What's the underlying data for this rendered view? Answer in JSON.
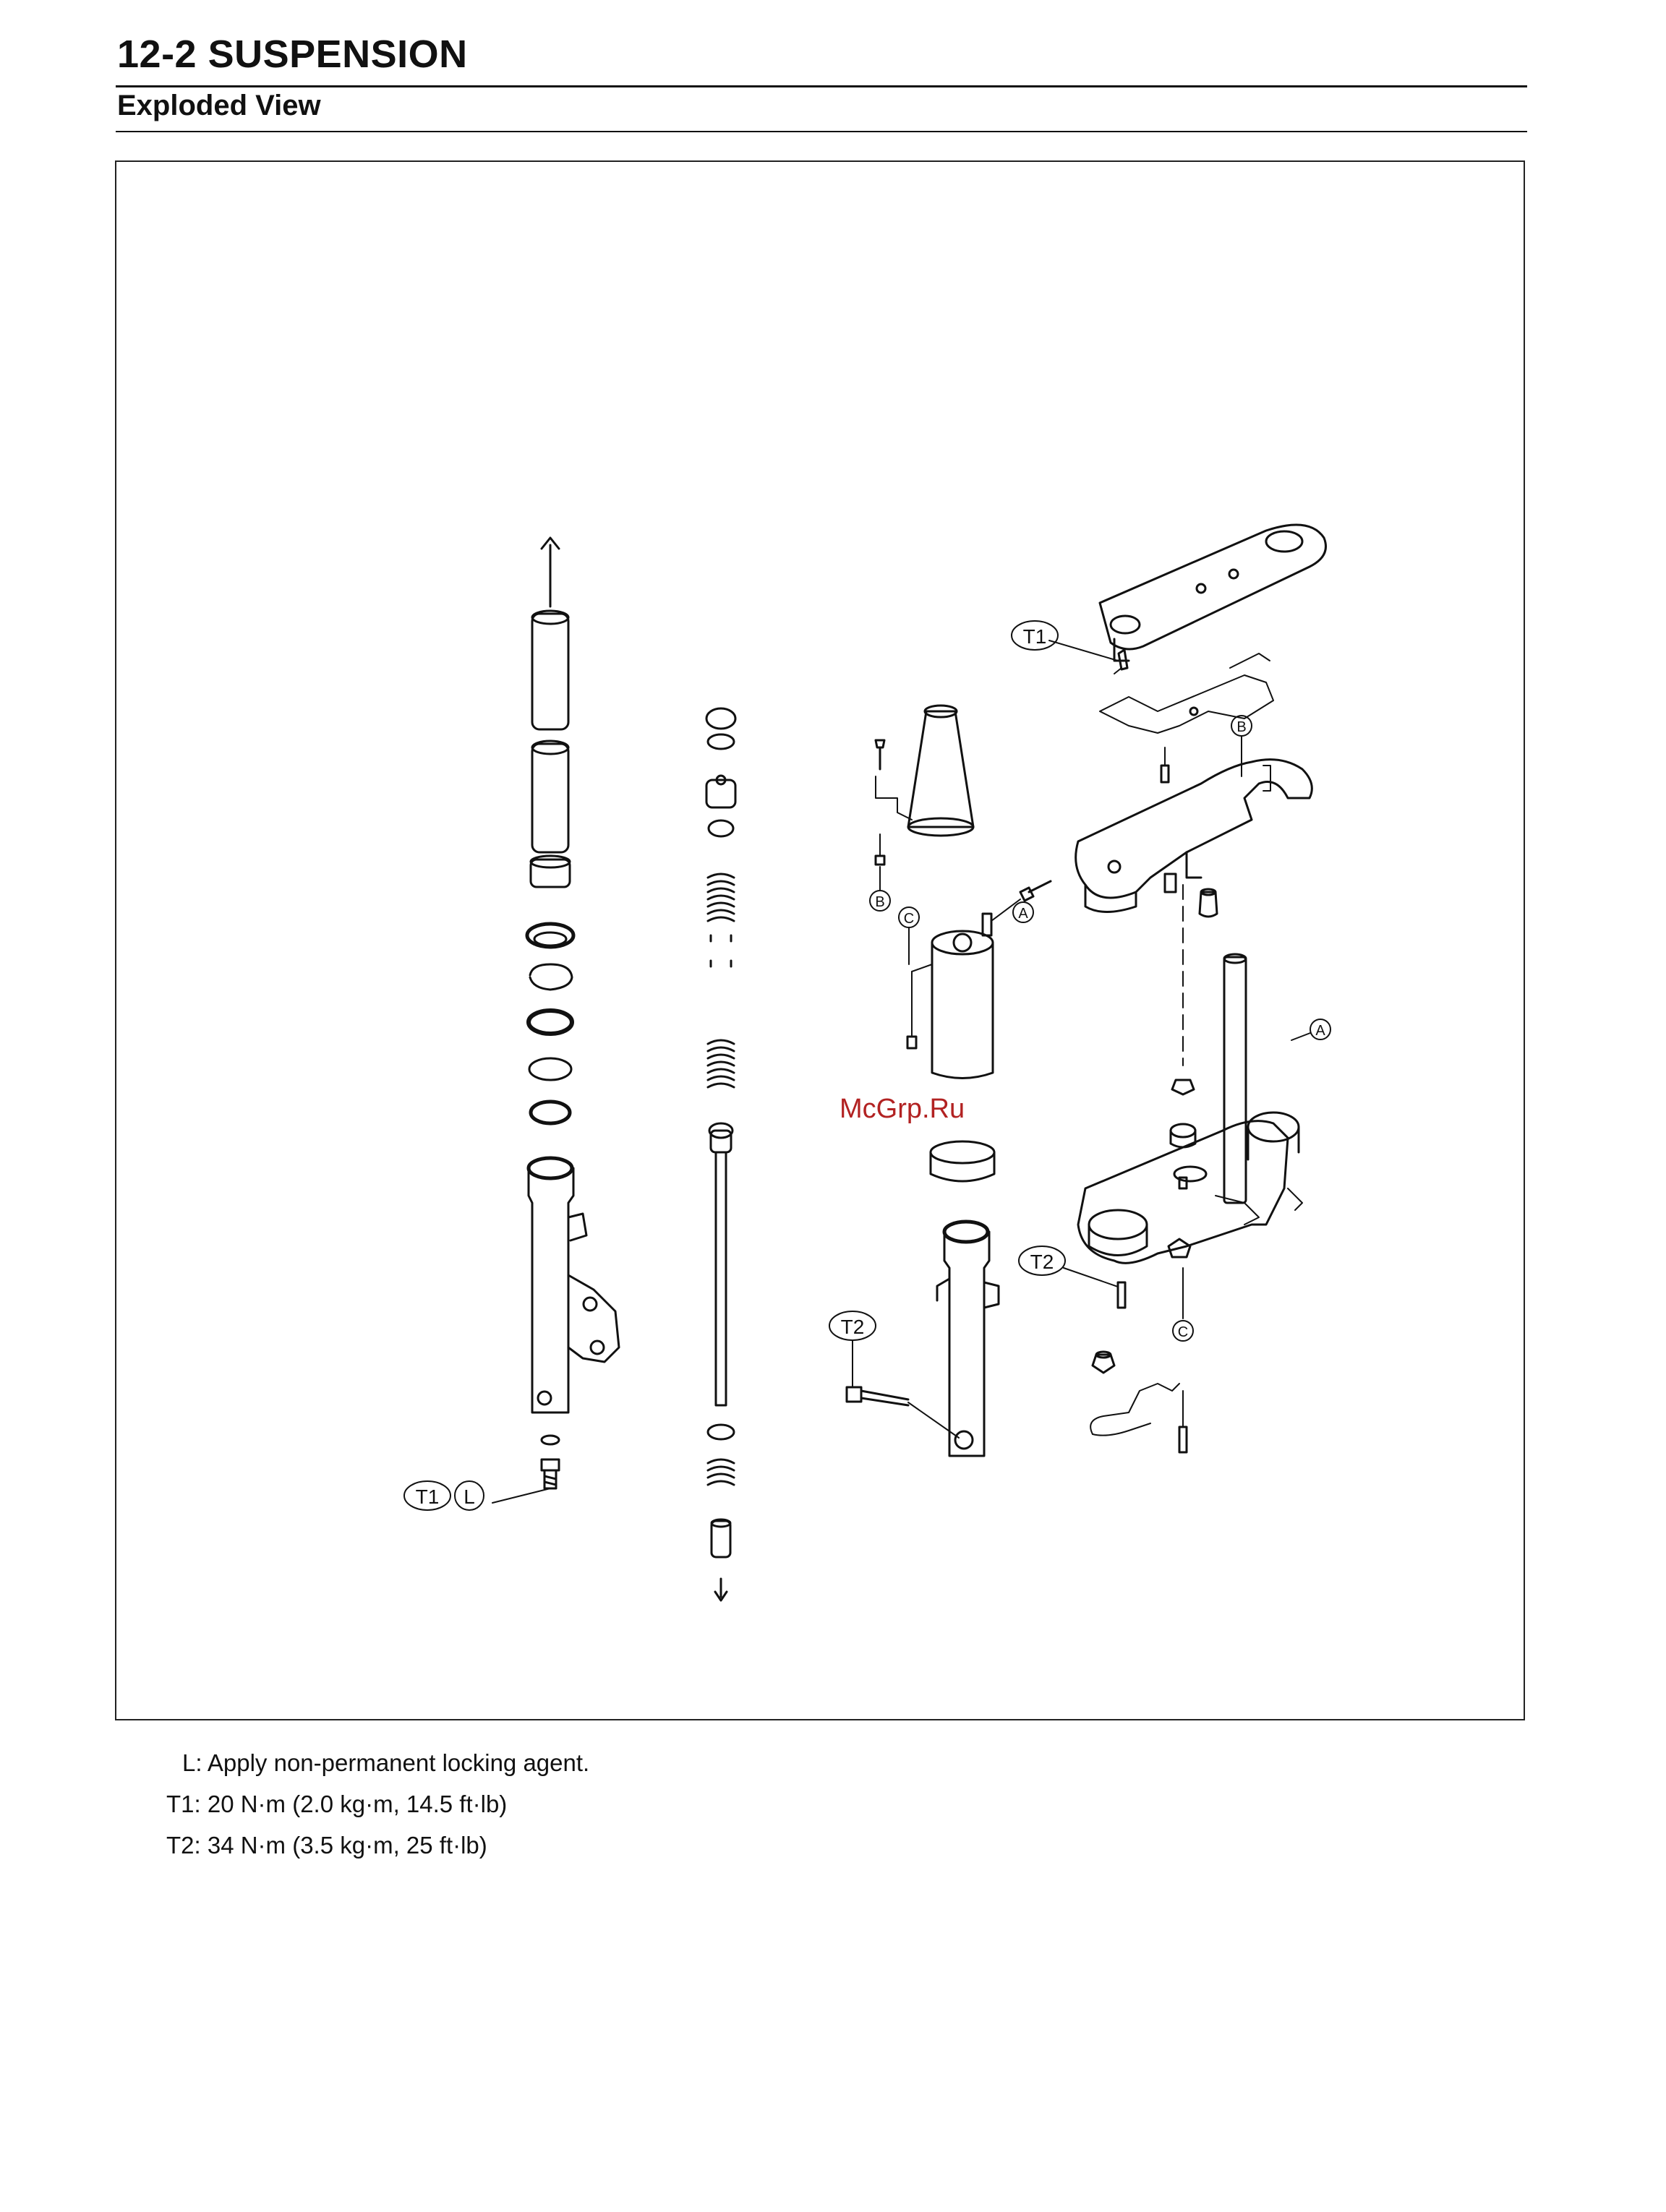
{
  "header": {
    "section_title": "12-2 SUSPENSION",
    "subtitle": "Exploded View"
  },
  "diagram": {
    "watermark": "McGrp.Ru",
    "labels": {
      "t1": "T1",
      "t2": "T2",
      "l": "L",
      "a": "A",
      "b": "B",
      "c": "C"
    }
  },
  "notes": [
    "L: Apply non-permanent locking agent.",
    "T1: 20 N·m (2.0 kg·m, 14.5 ft·lb)",
    "T2: 34 N·m (3.5 kg·m, 25 ft·lb)"
  ],
  "colors": {
    "ink": "#111111",
    "watermark": "#b22222"
  }
}
